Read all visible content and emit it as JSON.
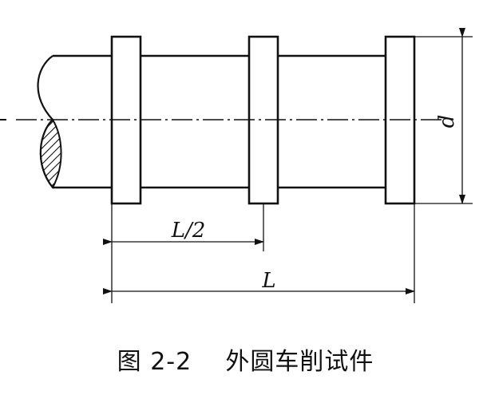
{
  "figure": {
    "caption": "图 2-2    外圆车削试件"
  },
  "dimensions": {
    "half_length": "L/2",
    "length": "L",
    "diameter": "d"
  },
  "colors": {
    "line": "#111111",
    "background": "#ffffff"
  }
}
